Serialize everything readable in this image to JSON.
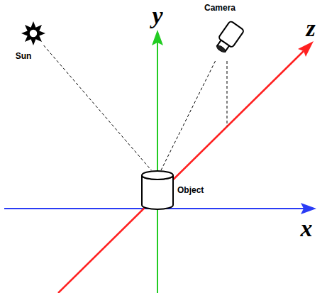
{
  "diagram": {
    "nodes": [
      {
        "text": [
          "Sun"
        ]
      },
      {
        "text": [
          "Camera"
        ]
      },
      {
        "text": [
          "Object"
        ]
      }
    ],
    "edges": [
      {
        "from": 0,
        "to": 2,
        "arrow": "none"
      },
      {
        "from": 1,
        "to": 2,
        "arrow": "none"
      }
    ],
    "labels": [
      "y",
      "z",
      "x"
    ]
  }
}
